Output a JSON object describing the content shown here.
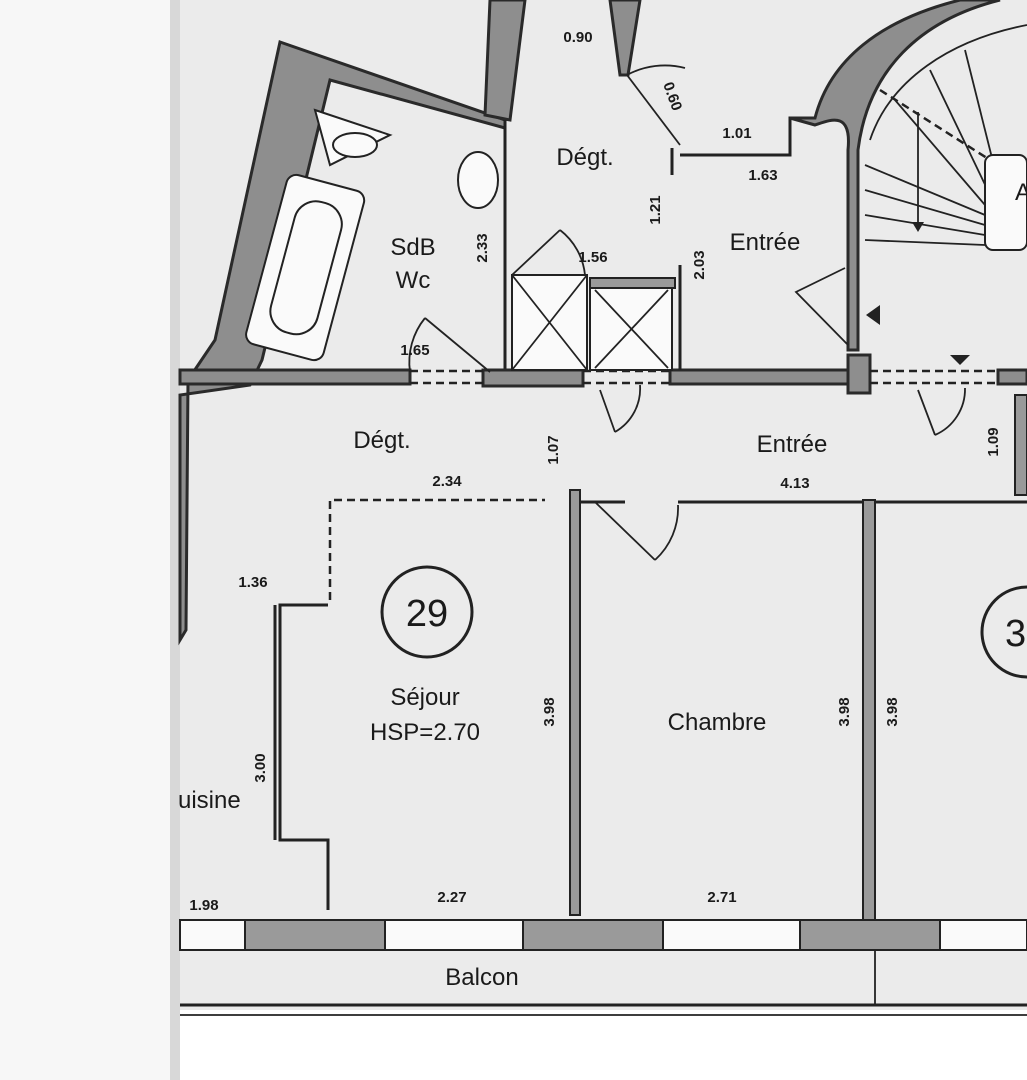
{
  "plan": {
    "unit_number": "29",
    "unit_number_partial": "3",
    "stair_letter": "A",
    "rooms": {
      "degt_upper": "Dégt.",
      "sdb": "SdB",
      "wc": "Wc",
      "entree_upper": "Entrée",
      "degt_lower": "Dégt.",
      "entree_lower": "Entrée",
      "sejour": "Séjour",
      "hsp": "HSP=2.70",
      "chambre": "Chambre",
      "cuisine": "uisine",
      "balcon": "Balcon"
    },
    "dimensions": {
      "d_0_90": "0.90",
      "d_0_60": "0.60",
      "d_1_01": "1.01",
      "d_1_63": "1.63",
      "d_1_21": "1.21",
      "d_2_33": "2.33",
      "d_1_56": "1.56",
      "d_2_03": "2.03",
      "d_1_65": "1.65",
      "d_1_07": "1.07",
      "d_1_09": "1.09",
      "d_2_34": "2.34",
      "d_4_13": "4.13",
      "d_1_36": "1.36",
      "d_3_98_sejour": "3.98",
      "d_3_98_chambre": "3.98",
      "d_3_98_right": "3.98",
      "d_3_00": "3.00",
      "d_1_98": "1.98",
      "d_2_27": "2.27",
      "d_2_71": "2.71"
    }
  }
}
